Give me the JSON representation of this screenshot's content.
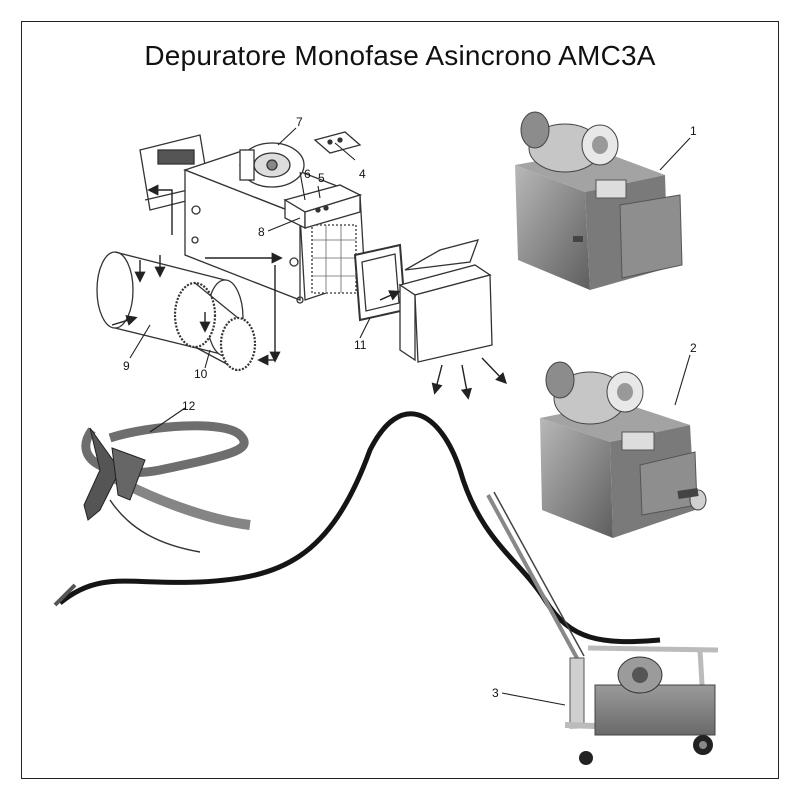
{
  "title": "Depuratore Monofase Asincrono AMC3A",
  "callouts": [
    "1",
    "2",
    "3",
    "4",
    "5",
    "6",
    "7",
    "8",
    "9",
    "10",
    "11",
    "12"
  ],
  "colors": {
    "frame": "#222222",
    "machine_body": "#8a8a8a",
    "hose": "#151515",
    "line_art": "#333333"
  }
}
